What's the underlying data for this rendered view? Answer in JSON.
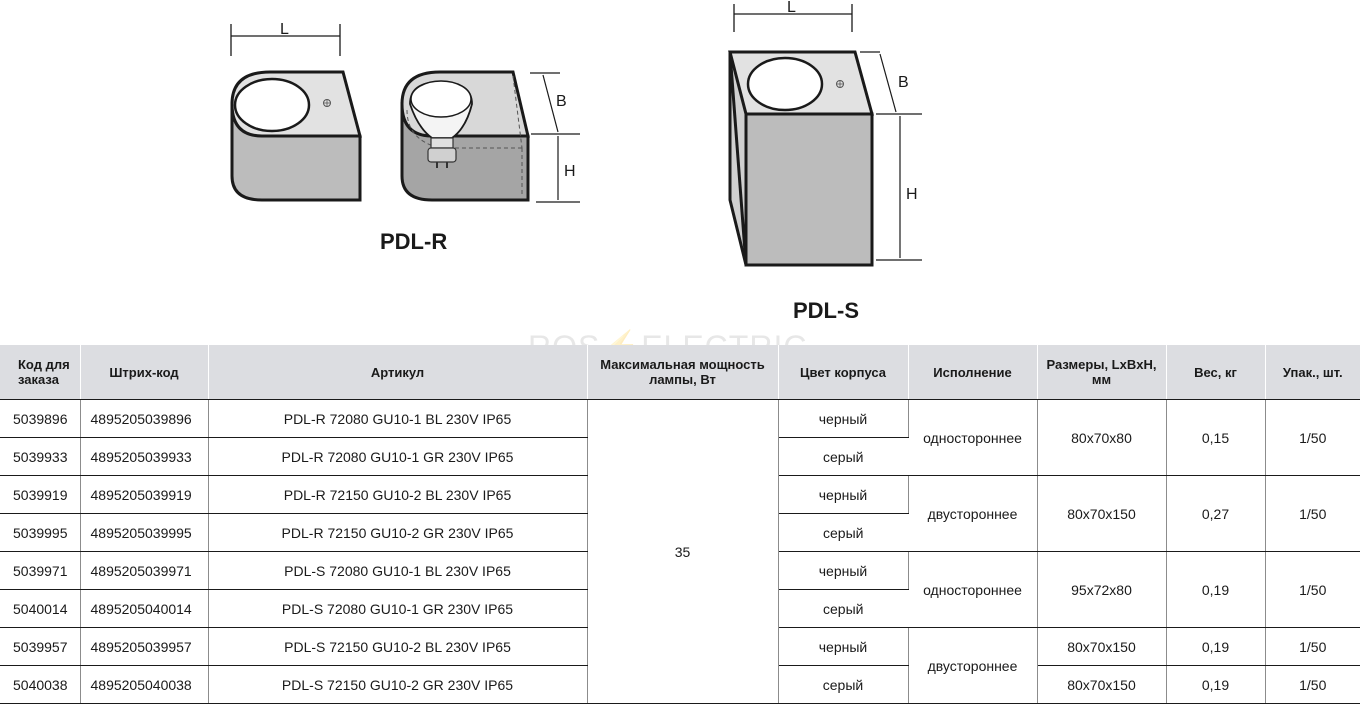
{
  "diagrams": {
    "left_label": "PDL-R",
    "right_label": "PDL-S",
    "dim_L": "L",
    "dim_B": "B",
    "dim_H": "H",
    "watermark": "ROS⚡ELECTRIC",
    "colors": {
      "body_gray": "#bcbcbc",
      "top_light": "#e0e0e0",
      "outline": "#1a1a1a",
      "header_bg": "#dcdde1"
    }
  },
  "table": {
    "headers": [
      "Код для заказа",
      "Штрих-код",
      "Артикул",
      "Максимальная мощность лампы, Вт",
      "Цвет корпуса",
      "Исполнение",
      "Размеры, LxBxH, мм",
      "Вес, кг",
      "Упак., шт."
    ],
    "rows": [
      {
        "code": "5039896",
        "barcode": "4895205039896",
        "article": "PDL-R 72080 GU10-1 BL 230V IP65",
        "color": "черный"
      },
      {
        "code": "5039933",
        "barcode": "4895205039933",
        "article": "PDL-R 72080 GU10-1 GR 230V IP65",
        "color": "серый"
      },
      {
        "code": "5039919",
        "barcode": "4895205039919",
        "article": "PDL-R 72150 GU10-2 BL 230V IP65",
        "color": "черный"
      },
      {
        "code": "5039995",
        "barcode": "4895205039995",
        "article": "PDL-R 72150 GU10-2 GR 230V IP65",
        "color": "серый"
      },
      {
        "code": "5039971",
        "barcode": "4895205039971",
        "article": "PDL-S 72080 GU10-1 BL 230V IP65",
        "color": "черный"
      },
      {
        "code": "5040014",
        "barcode": "4895205040014",
        "article": "PDL-S 72080 GU10-1 GR 230V IP65",
        "color": "серый"
      },
      {
        "code": "5039957",
        "barcode": "4895205039957",
        "article": "PDL-S 72150 GU10-2 BL 230V IP65",
        "color": "черный"
      },
      {
        "code": "5040038",
        "barcode": "4895205040038",
        "article": "PDL-S 72150 GU10-2 GR 230V IP65",
        "color": "серый"
      }
    ],
    "power": "35",
    "groups": [
      {
        "execution": "одностороннее",
        "size": "80x70x80",
        "weight": "0,15",
        "pack": "1/50"
      },
      {
        "execution": "двустороннее",
        "size": "80x70x150",
        "weight": "0,27",
        "pack": "1/50"
      },
      {
        "execution": "одностороннее",
        "size": "95x72x80",
        "weight": "0,19",
        "pack": "1/50"
      },
      {
        "execution": "двустороннее"
      }
    ],
    "split_rows": [
      {
        "size": "80x70x150",
        "weight": "0,19",
        "pack": "1/50"
      },
      {
        "size": "80x70x150",
        "weight": "0,19",
        "pack": "1/50"
      }
    ]
  }
}
